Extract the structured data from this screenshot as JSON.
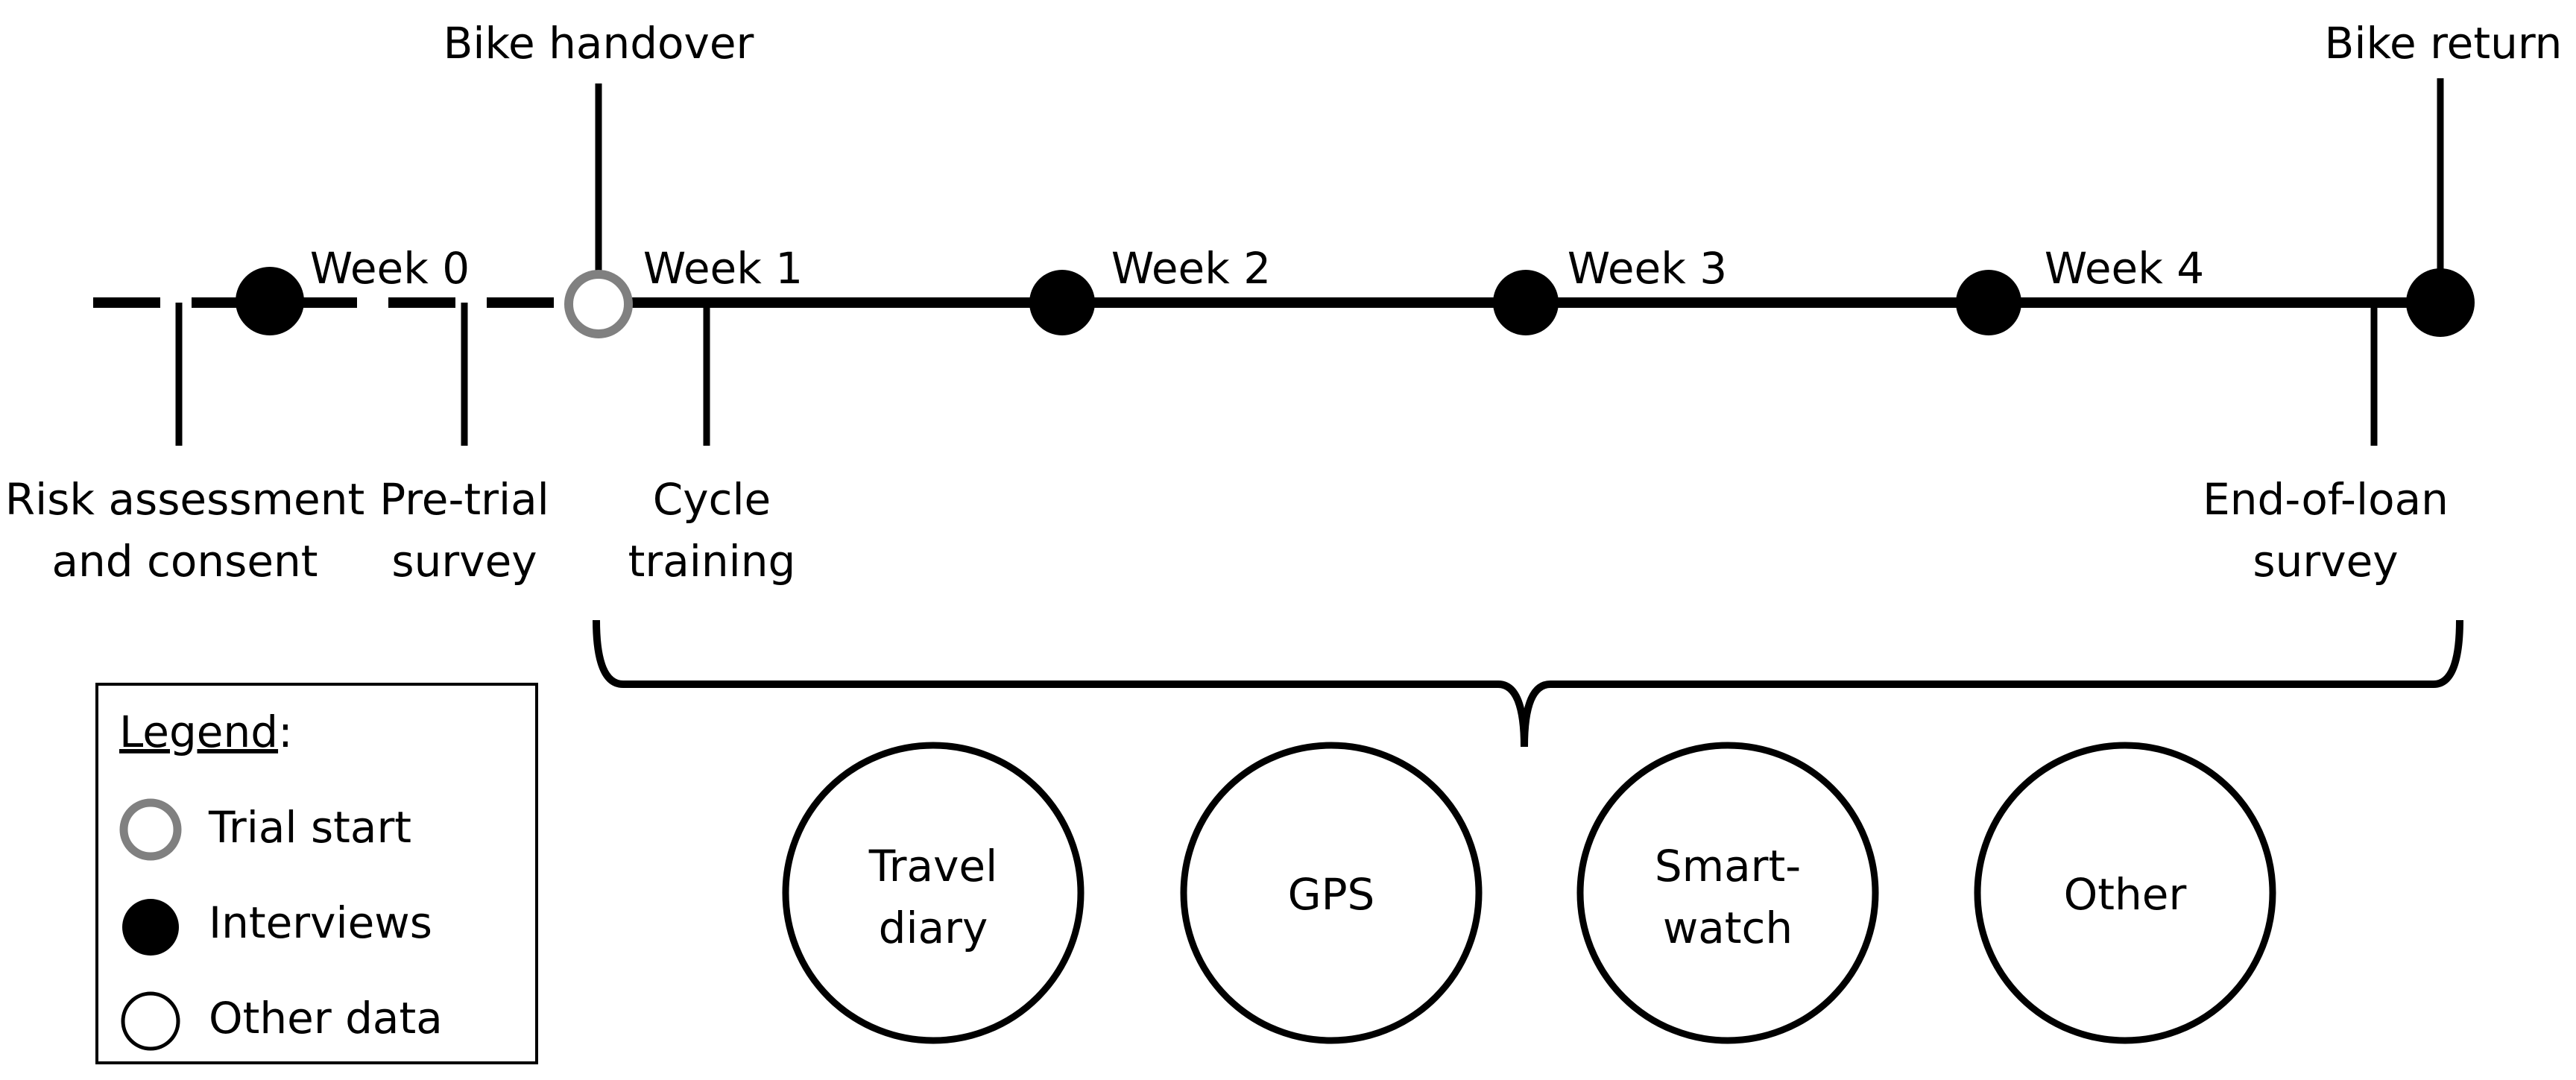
{
  "events_above": {
    "bike_handover": "Bike handover",
    "bike_return": "Bike return"
  },
  "weeks": [
    "Week 0",
    "Week 1",
    "Week 2",
    "Week 3",
    "Week 4"
  ],
  "events_below": {
    "risk_assessment": [
      "Risk assessment",
      "and consent"
    ],
    "pre_trial": [
      "Pre-trial",
      "survey"
    ],
    "cycle_training": [
      "Cycle",
      "training"
    ],
    "end_of_loan": [
      "End-of-loan",
      "survey"
    ]
  },
  "data_sources": [
    {
      "lines": [
        "Travel",
        "diary"
      ]
    },
    {
      "lines": [
        "GPS"
      ]
    },
    {
      "lines": [
        "Smart-",
        "watch"
      ]
    },
    {
      "lines": [
        "Other"
      ]
    }
  ],
  "legend": {
    "title": "Legend",
    "title_suffix": ":",
    "trial_start": "Trial start",
    "interviews": "Interviews",
    "other_data": "Other data"
  },
  "colors": {
    "line": "#000000",
    "trial_start_ring": "#808080",
    "interview_fill": "#000000",
    "background": "#ffffff"
  }
}
